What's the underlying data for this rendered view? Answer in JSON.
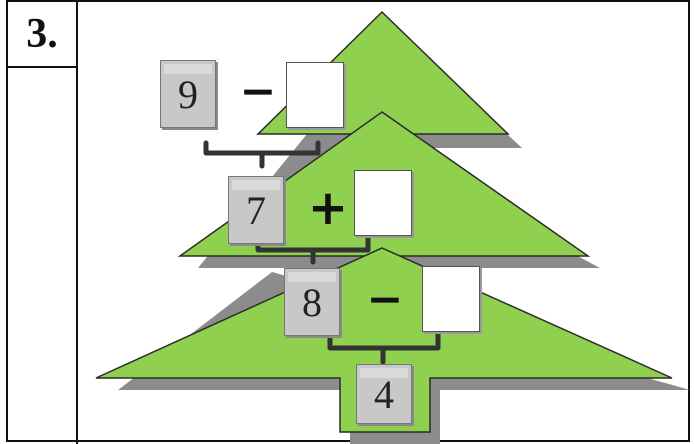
{
  "problem": {
    "number_label": "3."
  },
  "tree": {
    "color": "#8fd14f",
    "outline": "#2b2b2b",
    "shadow": "#8c8c8c"
  },
  "rows": [
    {
      "given": "9",
      "operator": "−",
      "answer": ""
    },
    {
      "given": "7",
      "operator": "+",
      "answer": ""
    },
    {
      "given": "8",
      "operator": "−",
      "answer": ""
    }
  ],
  "result": {
    "value": "4"
  }
}
